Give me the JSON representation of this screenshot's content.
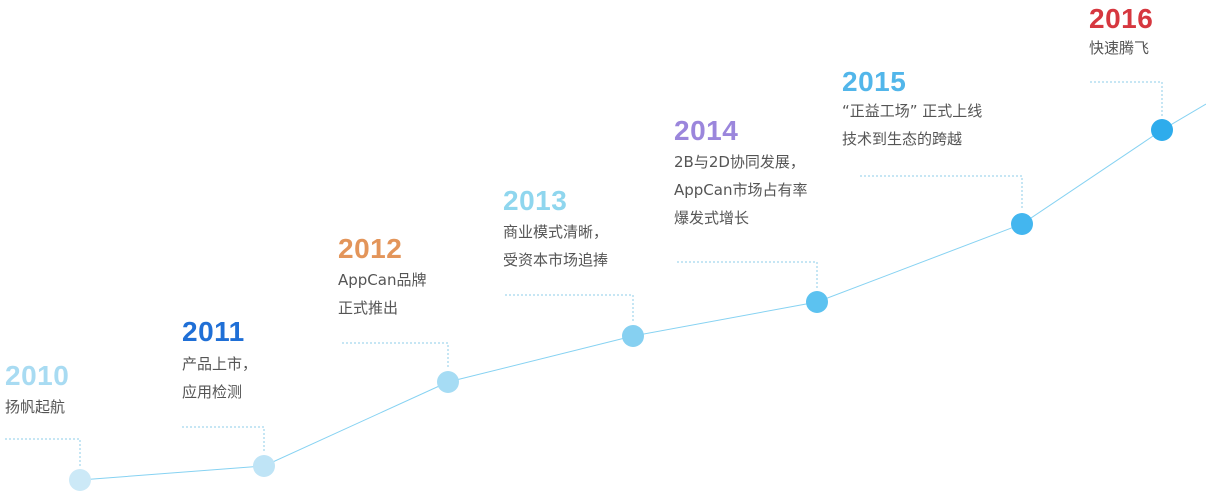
{
  "milestones": [
    {
      "year": "2010",
      "year_color": "#a8dbf2",
      "dot_color": "#cce9f7",
      "lines": [
        "扬帆起航"
      ]
    },
    {
      "year": "2011",
      "year_color": "#1f6fd6",
      "dot_color": "#bfe4f6",
      "lines": [
        "产品上市，",
        "应用检测"
      ]
    },
    {
      "year": "2012",
      "year_color": "#e3955a",
      "dot_color": "#a6dcf4",
      "lines": [
        "AppCan品牌",
        "正式推出"
      ]
    },
    {
      "year": "2013",
      "year_color": "#8fd6ee",
      "dot_color": "#86d0f1",
      "lines": [
        "商业模式清晰，",
        "受资本市场追捧"
      ]
    },
    {
      "year": "2014",
      "year_color": "#9b86dc",
      "dot_color": "#5cc2f0",
      "lines": [
        "2B与2D协同发展，",
        "AppCan市场占有率",
        "爆发式增长"
      ]
    },
    {
      "year": "2015",
      "year_color": "#52b6ea",
      "dot_color": "#43b6ef",
      "lines": [
        "“正益工场” 正式上线",
        "技术到生态的跨越"
      ]
    },
    {
      "year": "2016",
      "year_color": "#d6373f",
      "dot_color": "#2eacec",
      "lines": [
        "快速腾飞"
      ]
    }
  ],
  "colors": {
    "line": "#86d2f2",
    "leader": "#8ccde8"
  }
}
